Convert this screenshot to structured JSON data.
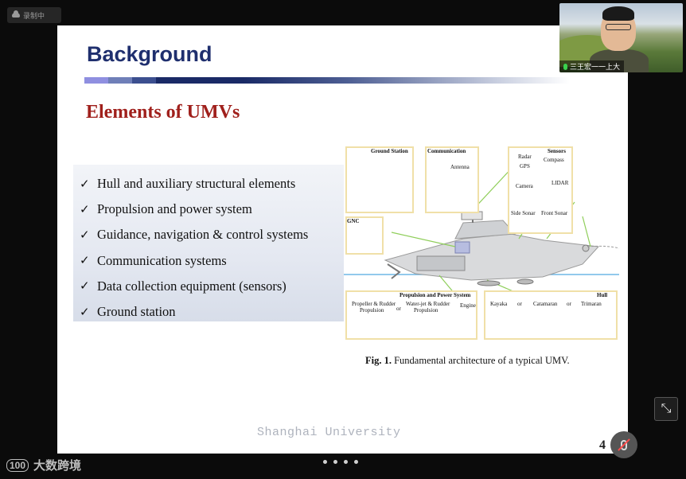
{
  "top_status": {
    "label": "录制中"
  },
  "slide": {
    "title": "Background",
    "subtitle": "Elements of UMVs",
    "bullets": [
      "Hull and auxiliary structural elements",
      "Propulsion and power system",
      "Guidance, navigation & control  systems",
      "Communication systems",
      "Data collection equipment (sensors)",
      "Ground station"
    ],
    "figure": {
      "labels": {
        "ground_station": "Ground Station",
        "communication": "Communication",
        "antenna": "Antenna",
        "sensors": "Sensors",
        "radar": "Radar",
        "gps": "GPS",
        "compass": "Compass",
        "camera": "Camera",
        "lidar": "LIDAR",
        "side_sonar": "Side Sonar",
        "front_sonar": "Front Sonar",
        "gnc": "GNC",
        "propulsion_power": "Propulsion and Power System",
        "propeller_rudder": "Propeller & Rudder",
        "propulsion_1": "Propulsion",
        "or_1": "or",
        "waterjet_rudder": "Water-jet & Rudder",
        "propulsion_2": "Propulsion",
        "engine": "Engine",
        "hull": "Hull",
        "kayaka": "Kayaka",
        "or_2": "or",
        "catamaran": "Catamaran",
        "or_3": "or",
        "trimaran": "Trimaran"
      },
      "caption_prefix": "Fig. 1.",
      "caption_text": " Fundamental architecture of a typical UMV."
    },
    "footer": "Shanghai University",
    "page_number": "4"
  },
  "participant": {
    "name": "三王宏一一上大"
  },
  "brand": {
    "logo_text": "100",
    "name": "大数跨境"
  },
  "colors": {
    "title": "#1f2f6e",
    "subtitle": "#a0201c",
    "slide_bg": "#ffffff",
    "app_bg": "#0b0b0b"
  }
}
